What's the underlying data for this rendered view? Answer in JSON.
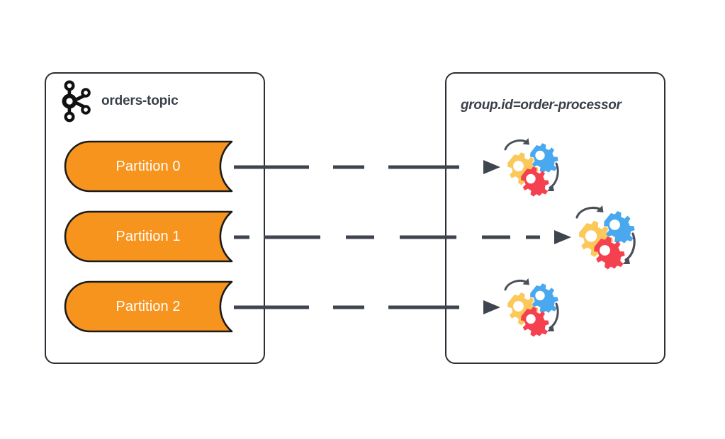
{
  "diagram": {
    "title_colors": {
      "text": "#3a4049",
      "line": "#3f454e",
      "partition_fill": "#f7941e",
      "partition_stroke": "#1b1b1b",
      "panel_stroke": "#2b2f36",
      "gear_yellow": "#fbc85a",
      "gear_blue": "#4aa8ef",
      "gear_red": "#f5414f",
      "background": "#ffffff"
    },
    "topic_panel": {
      "name": "orders-topic",
      "logo_icon": "kafka-logo-icon",
      "partitions": [
        {
          "label": "Partition 0"
        },
        {
          "label": "Partition 1"
        },
        {
          "label": "Partition 2"
        }
      ]
    },
    "consumer_group_panel": {
      "group_id_label": "group.id=order-processor",
      "consumers": [
        {
          "icon": "gears-consumer-icon",
          "assigned_partition": "Partition 0"
        },
        {
          "icon": "gears-consumer-icon",
          "assigned_partition": "Partition 1"
        },
        {
          "icon": "gears-consumer-icon",
          "assigned_partition": "Partition 2"
        }
      ]
    },
    "connectors": [
      {
        "from": "Partition 0",
        "to": "consumer-0",
        "style": "dashed-arrow"
      },
      {
        "from": "Partition 1",
        "to": "consumer-1",
        "style": "dashed-arrow"
      },
      {
        "from": "Partition 2",
        "to": "consumer-2",
        "style": "dashed-arrow"
      }
    ]
  }
}
